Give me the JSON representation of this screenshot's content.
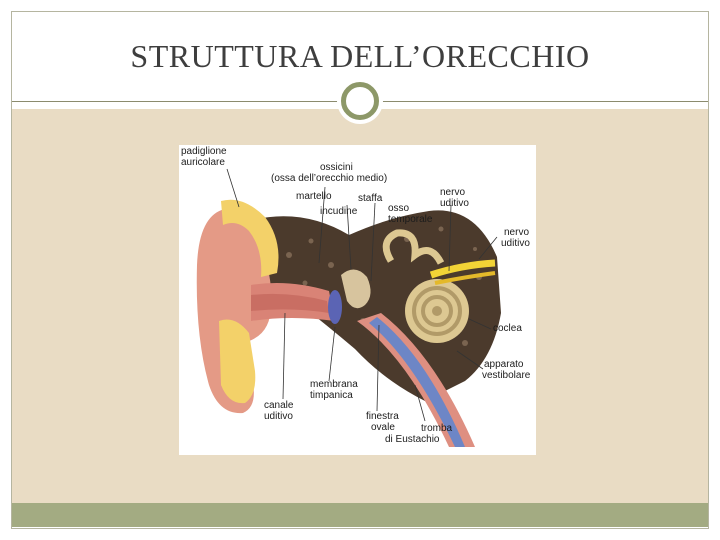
{
  "slide": {
    "title": "STRUTTURA DELL’ORECCHIO"
  },
  "diagram": {
    "labels": {
      "padiglione_1": "padiglione",
      "padiglione_2": "auricolare",
      "ossicini_1": "ossicini",
      "ossicini_2": "(ossa dell’orecchio medio)",
      "martello": "martello",
      "staffa": "staffa",
      "incudine": "incudine",
      "osso_1": "osso",
      "osso_2": "temporale",
      "nervo_top_1": "nervo",
      "nervo_top_2": "uditivo",
      "nervo_right_1": "nervo",
      "nervo_right_2": "uditivo",
      "coclea": "coclea",
      "apparato_1": "apparato",
      "apparato_2": "vestibolare",
      "membrana_1": "membrana",
      "membrana_2": "timpanica",
      "canale_1": "canale",
      "canale_2": "uditivo",
      "finestra_1": "finestra",
      "finestra_2": "ovale",
      "tromba_1": "tromba",
      "tromba_2": "di Eustachio"
    }
  }
}
